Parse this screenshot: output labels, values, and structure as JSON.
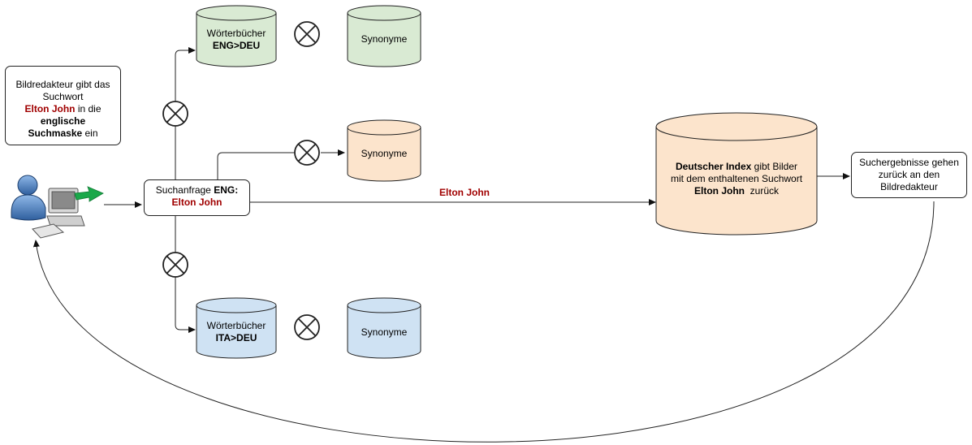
{
  "note": {
    "line1": "Bildredakteur gibt das",
    "line2": "Suchwort",
    "term": "Elton John",
    "line3_rest": " in die",
    "line4": "englische",
    "line5_bold": "Suchmaske",
    "line5_rest": " ein"
  },
  "query": {
    "prefix": "Suchanfrage ",
    "lang": "ENG:",
    "term": "Elton John"
  },
  "edge_label": "Elton John",
  "dict_eng": {
    "line1": "Wörterbücher",
    "line2": "ENG>DEU"
  },
  "dict_ita": {
    "line1": "Wörterbücher",
    "line2": "ITA>DEU"
  },
  "synonyms": {
    "top": "Synonyme",
    "middle": "Synonyme",
    "bottom": "Synonyme"
  },
  "index": {
    "bold1": "Deutscher Index",
    "rest1": " gibt Bilder",
    "line2": "mit dem enthaltenen Suchwort",
    "term": "Elton John",
    "rest3": "  zurück"
  },
  "results": {
    "line1": "Suchergebnisse gehen",
    "line2": "zurück an den",
    "line3": "Bildredakteur"
  },
  "colors": {
    "green_fill": "#d9ead3",
    "orange_fill": "#fce4cc",
    "blue_fill": "#cfe2f3",
    "accent_red": "#a00000",
    "arrow_green": "#1aa84a"
  }
}
